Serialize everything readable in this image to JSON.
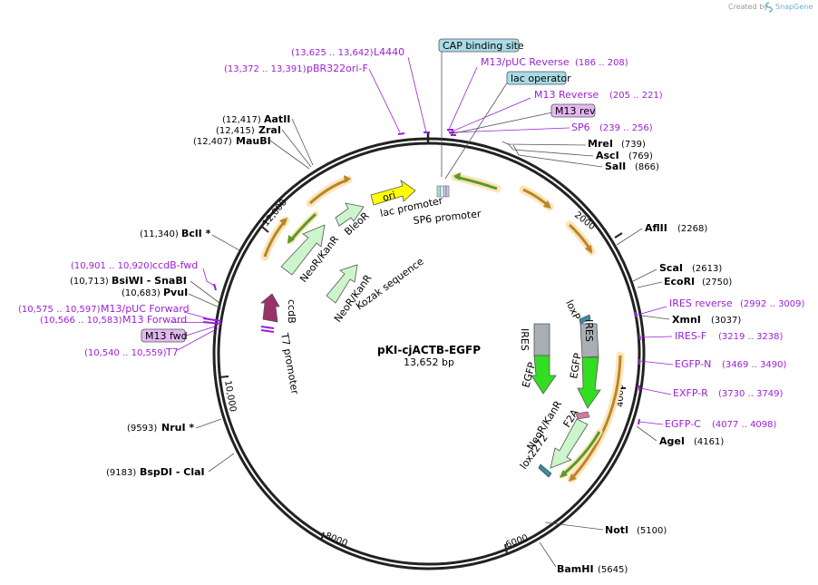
{
  "credit": {
    "prefix": "Created by",
    "brand": "SnapGene"
  },
  "plasmid": {
    "name": "pKI-cjACTB-EGFP",
    "size_label": "13,652 bp"
  },
  "ticks": [
    {
      "label": "2000"
    },
    {
      "label": "4000"
    },
    {
      "label": "6000"
    },
    {
      "label": "8000"
    },
    {
      "label": "10,000"
    },
    {
      "label": "12,000"
    }
  ],
  "sites": [
    {
      "name": "MreI",
      "pos": "(739)"
    },
    {
      "name": "AscI",
      "pos": "(769)"
    },
    {
      "name": "SalI",
      "pos": "(866)"
    },
    {
      "name": "AflII",
      "pos": "(2268)"
    },
    {
      "name": "ScaI",
      "pos": "(2613)"
    },
    {
      "name": "EcoRI",
      "pos": "(2750)"
    },
    {
      "name": "XmnI",
      "pos": "(3037)"
    },
    {
      "name": "AgeI",
      "pos": "(4161)"
    },
    {
      "name": "NotI",
      "pos": "(5100)"
    },
    {
      "name": "BamHI",
      "pos": "(5645)"
    },
    {
      "name": "BspDI - ClaI",
      "pos": "(9183)"
    },
    {
      "name": "NruI *",
      "pos": "(9593)"
    },
    {
      "name": "PvuI",
      "pos": "(10,683)"
    },
    {
      "name": "BsiWI - SnaBI",
      "pos": "(10,713)"
    },
    {
      "name": "BclI *",
      "pos": "(11,340)"
    },
    {
      "name": "MauBI",
      "pos": "(12,407)"
    },
    {
      "name": "ZraI",
      "pos": "(12,415)"
    },
    {
      "name": "AatII",
      "pos": "(12,417)"
    }
  ],
  "primers": [
    {
      "name": "L4440",
      "pos": "(13,625 .. 13,642)"
    },
    {
      "name": "pBR322ori-F",
      "pos": "(13,372 .. 13,391)"
    },
    {
      "name": "M13/pUC Reverse",
      "pos": "(186 .. 208)"
    },
    {
      "name": "M13 Reverse",
      "pos": "(205 .. 221)"
    },
    {
      "name": "SP6",
      "pos": "(239 .. 256)"
    },
    {
      "name": "IRES reverse",
      "pos": "(2992 .. 3009)"
    },
    {
      "name": "IRES-F",
      "pos": "(3219 .. 3238)"
    },
    {
      "name": "EGFP-N",
      "pos": "(3469 .. 3490)"
    },
    {
      "name": "EXFP-R",
      "pos": "(3730 .. 3749)"
    },
    {
      "name": "EGFP-C",
      "pos": "(4077 .. 4098)"
    },
    {
      "name": "ccdB-fwd",
      "pos": "(10,901 .. 10,920)"
    },
    {
      "name": "M13/pUC Forward",
      "pos": "(10,575 .. 10,597)"
    },
    {
      "name": "M13 Forward",
      "pos": "(10,566 .. 10,583)"
    },
    {
      "name": "T7",
      "pos": "(10,540 .. 10,559)"
    }
  ],
  "boxed": [
    {
      "name": "CAP binding site"
    },
    {
      "name": "lac operator"
    },
    {
      "name": "M13 rev"
    },
    {
      "name": "M13 fwd"
    }
  ],
  "features": [
    {
      "name": "ori"
    },
    {
      "name": "lac promoter"
    },
    {
      "name": "SP6 promoter"
    },
    {
      "name": "BleoR"
    },
    {
      "name": "NeoR/KanR"
    },
    {
      "name": "NeoR/KanR"
    },
    {
      "name": "Kozak sequence"
    },
    {
      "name": "ccdB"
    },
    {
      "name": "T7 promoter"
    },
    {
      "name": "loxP"
    },
    {
      "name": "IRES"
    },
    {
      "name": "IRES"
    },
    {
      "name": "EGFP"
    },
    {
      "name": "EGFP"
    },
    {
      "name": "F2A"
    },
    {
      "name": "NeoR/KanR"
    },
    {
      "name": "lox2272"
    }
  ],
  "colors": {
    "backbone": "#222222",
    "primer": "#9b1fd6",
    "ori": "#ffff00",
    "resistance": "#ccf5cc",
    "ccdB": "#993366",
    "ires": "#a9aeb5",
    "egfp": "#33dd22",
    "orf_arrow": "#b8862b",
    "orf_halo": "#fde5b8",
    "orf_arrow_green": "#5a9a2a",
    "lox": "#3a8da0",
    "box_blue": "#a9dbe6",
    "box_purple": "#e3b8f2"
  }
}
